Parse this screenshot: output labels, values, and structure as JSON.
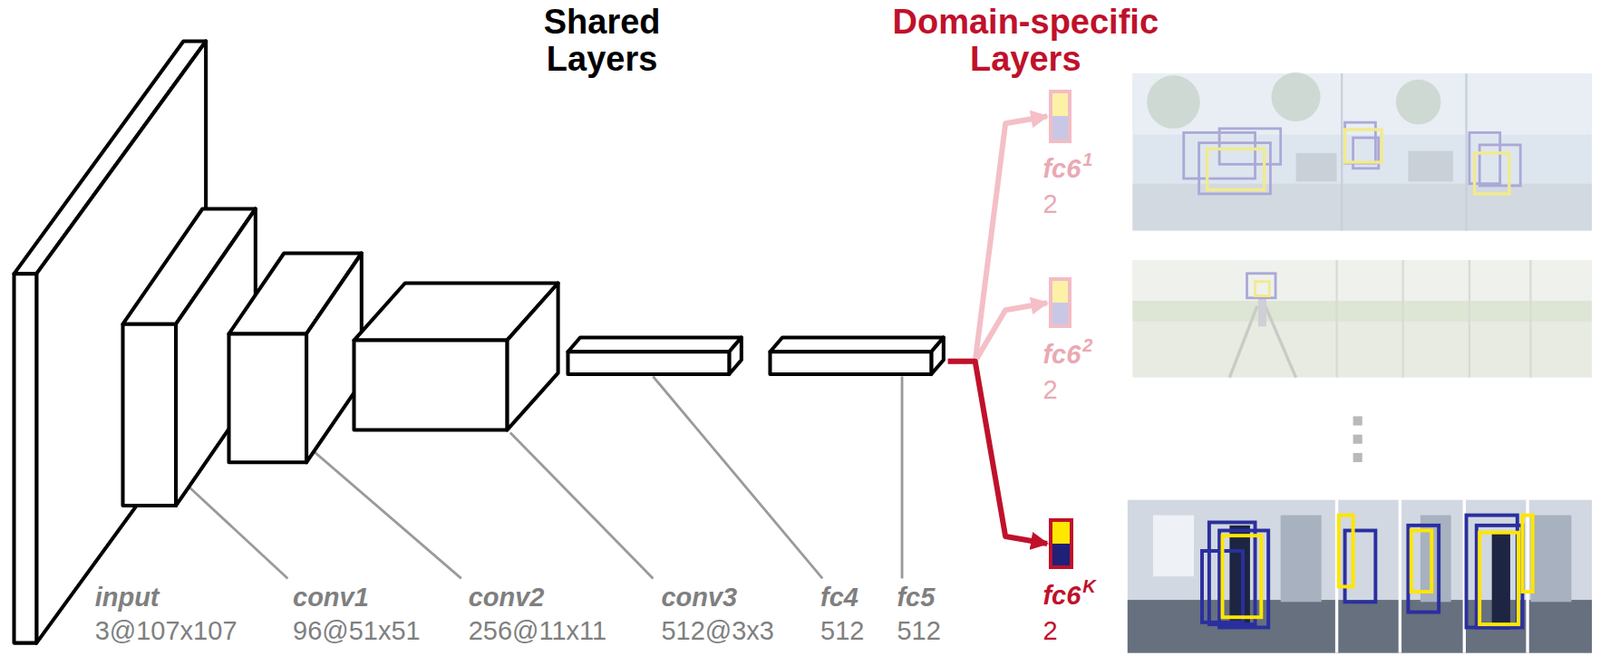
{
  "diagram": {
    "nodes": [
      {
        "text": [
          "input",
          "3@107x107"
        ]
      },
      {
        "text": [
          "conv1",
          "96@51x51"
        ]
      },
      {
        "text": [
          "conv2",
          "256@11x11"
        ]
      },
      {
        "text": [
          "conv3",
          "512@3x3"
        ]
      },
      {
        "text": [
          "fc4",
          "512"
        ]
      },
      {
        "text": [
          "fc5",
          "512"
        ]
      },
      {
        "text": [
          "fc6",
          "1",
          "2"
        ]
      },
      {
        "text": [
          "fc6",
          "2",
          "2"
        ]
      },
      {
        "text": [
          "fc6",
          "K",
          "2"
        ]
      }
    ],
    "edges": [
      {
        "from": 5,
        "to": 6,
        "arrow": "to"
      },
      {
        "from": 5,
        "to": 7,
        "arrow": "to"
      },
      {
        "from": 5,
        "to": 8,
        "arrow": "to"
      }
    ],
    "labels": [
      "Shared Layers",
      "Domain-specific Layers"
    ]
  }
}
